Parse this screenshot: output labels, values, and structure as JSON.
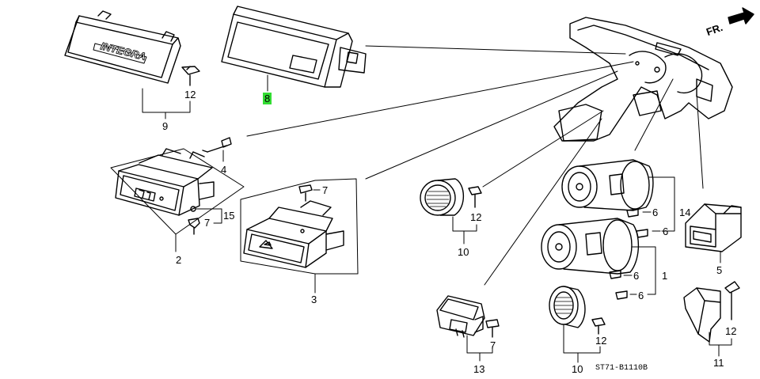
{
  "diagram": {
    "brand_text": "INTEGRA",
    "direction_label": "FR.",
    "diagram_code": "ST71-B1110B",
    "highlight_color": "#33dd33",
    "callouts": {
      "p9": "9",
      "p12a": "12",
      "p8": "8",
      "p4": "4",
      "p15": "15",
      "p7a": "7",
      "p2": "2",
      "p7b": "7",
      "p3": "3",
      "p12b": "12",
      "p10a": "10",
      "p14": "14",
      "p6a": "6",
      "p6b": "6",
      "p5": "5",
      "p6c": "6",
      "p1": "1",
      "p6d": "6",
      "p12c": "12",
      "p11": "11",
      "p7c": "7",
      "p13": "13",
      "p12d": "12",
      "p10b": "10"
    }
  }
}
